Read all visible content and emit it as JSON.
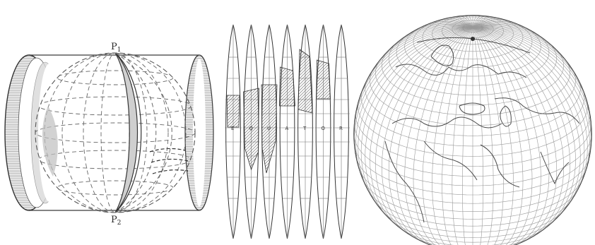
{
  "figure": {
    "panels": [
      {
        "name": "cylinder-projection",
        "labels": {
          "pole_top": "P",
          "pole_top_sub": "1",
          "pole_bottom": "P",
          "pole_bottom_sub": "2"
        }
      },
      {
        "name": "globe-gores",
        "gore_count": 7,
        "equator_letters": [
          "E",
          "Q",
          "U",
          "A",
          "T",
          "O",
          "R"
        ]
      },
      {
        "name": "orthographic-globe"
      }
    ],
    "colors": {
      "ink": "#3a3a3a",
      "light_ink": "#8a8a8a",
      "land_hatch": "#555555",
      "paper": "#ffffff"
    }
  }
}
